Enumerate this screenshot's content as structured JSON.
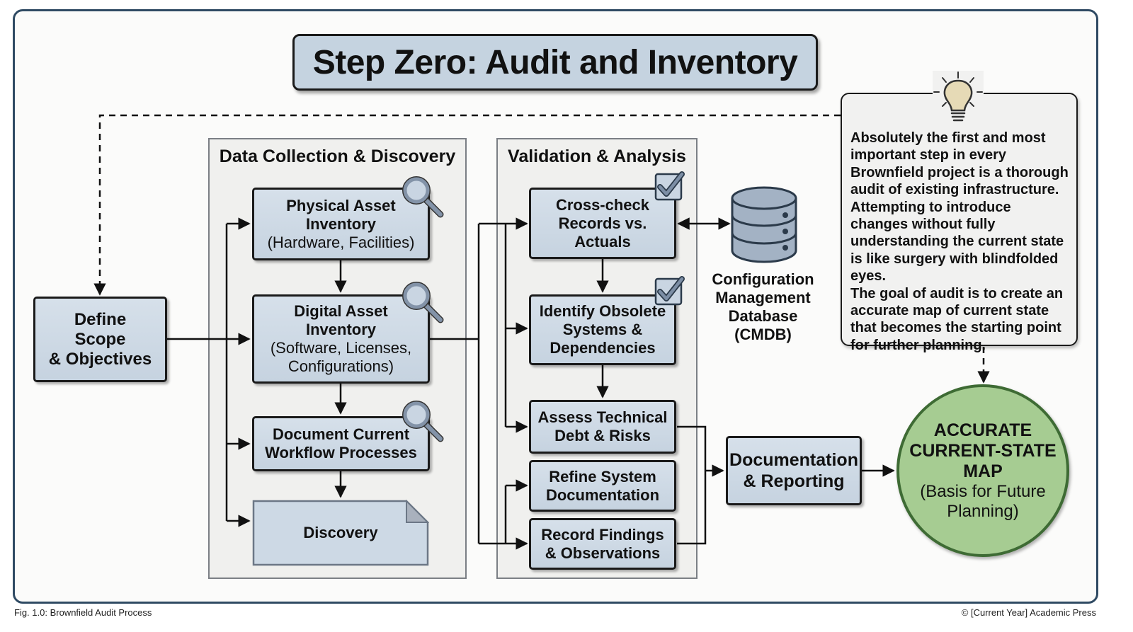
{
  "title": "Step Zero: Audit and Inventory",
  "start_node": {
    "lines": [
      "Define",
      "Scope",
      "& Objectives"
    ]
  },
  "groups": [
    {
      "title": "Data Collection & Discovery",
      "nodes": [
        {
          "title": [
            "Physical Asset",
            "Inventory"
          ],
          "subtitle": "(Hardware, Facilities)",
          "icon": "magnifier-icon"
        },
        {
          "title": [
            "Digital Asset",
            "Inventory"
          ],
          "subtitle": "(Software, Licenses, Configurations)",
          "icon": "magnifier-icon"
        },
        {
          "title": [
            "Document Current",
            "Workflow Processes"
          ],
          "icon": "magnifier-icon"
        },
        {
          "title": [
            "Discovery"
          ],
          "shape": "document"
        }
      ]
    },
    {
      "title": "Validation & Analysis",
      "nodes": [
        {
          "title": [
            "Cross-check",
            "Records vs.",
            "Actuals"
          ],
          "icon": "checkbox-icon"
        },
        {
          "title": [
            "Identify Obsolete",
            "Systems &",
            "Dependencies"
          ],
          "icon": "checkbox-icon"
        },
        {
          "title": [
            "Assess Technical",
            "Debt & Risks"
          ]
        },
        {
          "title": [
            "Refine System",
            "Documentation"
          ]
        },
        {
          "title": [
            "Record Findings",
            "& Observations"
          ]
        }
      ]
    }
  ],
  "database": {
    "icon": "database-icon",
    "lines": [
      "Configuration",
      "Management",
      "Database",
      "(CMDB)"
    ]
  },
  "reporting_node": {
    "lines": [
      "Documentation",
      "& Reporting"
    ]
  },
  "result_node": {
    "lines": [
      "ACCURATE",
      "CURRENT-STATE",
      "MAP"
    ],
    "sub_lines": [
      "(Basis for Future",
      "Planning)"
    ]
  },
  "note": {
    "icon": "lightbulb-icon",
    "paragraphs": [
      "Absolutely the first and most important step in every Brownfield project is a thorough audit of existing infrastructure. Attempting to introduce changes without fully understanding the current state is like surgery with blindfolded eyes.",
      "The goal of audit is to create an accurate map of current state that becomes the starting point for further planning."
    ]
  },
  "footer": {
    "caption": "Fig. 1.0: Brownfield Audit Process",
    "copyright": "© [Current Year] Academic Press"
  },
  "colors": {
    "node_fill": "#cdd9e5",
    "result_fill": "#a6cc92",
    "result_border": "#3e6b34",
    "frame_border": "#2f4a63",
    "icon_fill": "#8393a8"
  }
}
